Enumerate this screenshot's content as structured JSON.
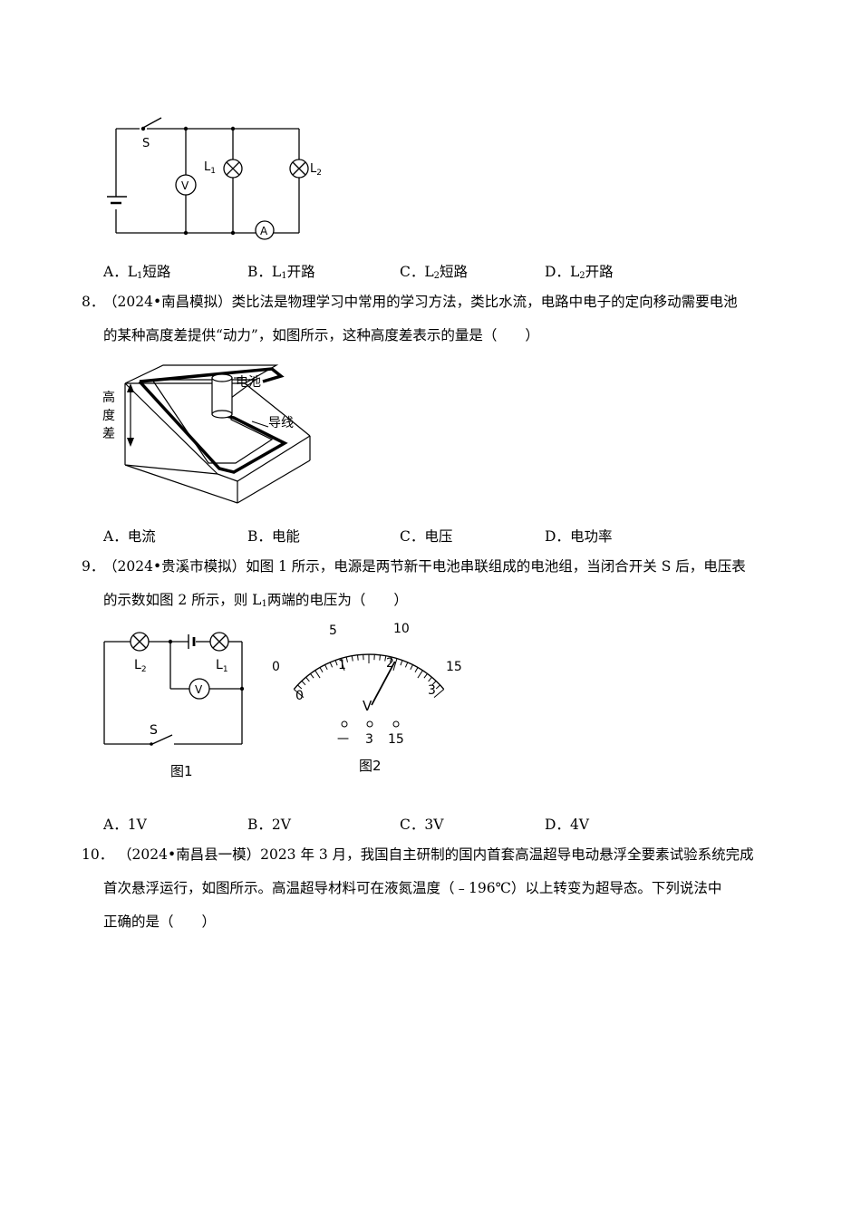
{
  "q7": {
    "circuit": {
      "switch": "S",
      "voltmeter": "V",
      "ammeter": "A",
      "lamp1": "L",
      "lamp1_sub": "1",
      "lamp2": "L",
      "lamp2_sub": "2"
    },
    "options": [
      {
        "key": "A．",
        "pre": "L",
        "sub": "1",
        "post": "短路"
      },
      {
        "key": "B．",
        "pre": "L",
        "sub": "1",
        "post": "开路"
      },
      {
        "key": "C．",
        "pre": "L",
        "sub": "2",
        "post": "短路"
      },
      {
        "key": "D．",
        "pre": "L",
        "sub": "2",
        "post": "开路"
      }
    ]
  },
  "q8": {
    "number": "8．",
    "line1": "（2024•南昌模拟）类比法是物理学习中常用的学习方法，类比水流，电路中电子的定向移动需要电池",
    "line2": "的某种高度差提供“动力”，如图所示，这种高度差表示的量是（　　）",
    "figure": {
      "height_label": "高度差",
      "battery_label": "电池",
      "wire_label": "导线"
    },
    "options": [
      {
        "key": "A．",
        "text": "电流"
      },
      {
        "key": "B．",
        "text": "电能"
      },
      {
        "key": "C．",
        "text": "电压"
      },
      {
        "key": "D．",
        "text": "电功率"
      }
    ]
  },
  "q9": {
    "number": "9．",
    "line1": "（2024•贵溪市模拟）如图 1 所示，电源是两节新干电池串联组成的电池组，当闭合开关 S 后，电压表",
    "line2_pre": "的示数如图 2 所示，则 L",
    "line2_sub": "1",
    "line2_post": "两端的电压为（　　）",
    "fig1": {
      "caption": "图1",
      "switch": "S",
      "voltmeter": "V",
      "lamp_l2": "L",
      "lamp_l2_sub": "2",
      "lamp_l1": "L",
      "lamp_l1_sub": "1"
    },
    "fig2": {
      "caption": "图2",
      "upper_scale": [
        "0",
        "5",
        "10",
        "15"
      ],
      "lower_scale": [
        "0",
        "1",
        "2",
        "3"
      ],
      "unit": "V",
      "terminals": [
        "一",
        "3",
        "15"
      ],
      "reading_fraction": 0.66
    },
    "options": [
      {
        "key": "A．",
        "text": "1V"
      },
      {
        "key": "B．",
        "text": "2V"
      },
      {
        "key": "C．",
        "text": "3V"
      },
      {
        "key": "D．",
        "text": "4V"
      }
    ]
  },
  "q10": {
    "number": "10．",
    "line1": "（2024•南昌县一模）2023 年 3 月，我国自主研制的国内首套高温超导电动悬浮全要素试验系统完成",
    "line2": "首次悬浮运行，如图所示。高温超导材料可在液氮温度（﹣196℃）以上转变为超导态。下列说法中",
    "line3": "正确的是（　　）"
  }
}
